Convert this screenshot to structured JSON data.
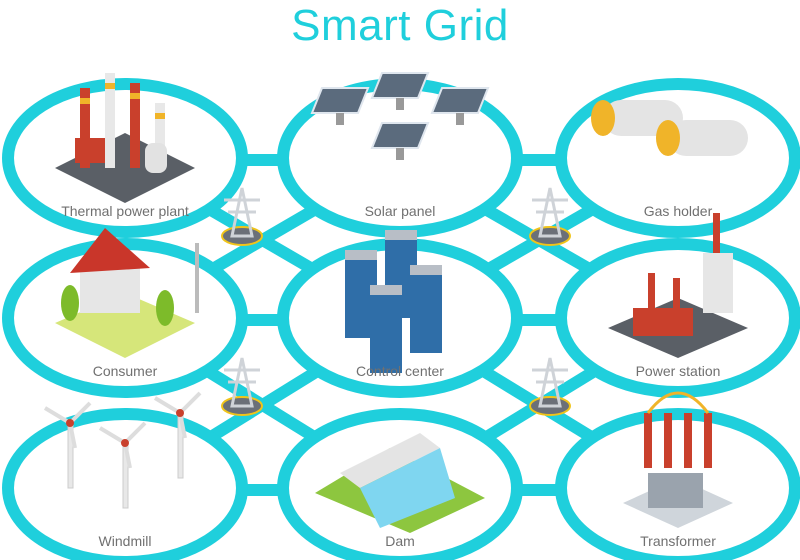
{
  "title": "Smart Grid",
  "colors": {
    "ring": "#1fcfdc",
    "label": "#707070"
  },
  "nodes": [
    {
      "label": "Thermal power plant",
      "icon": "factory-icon"
    },
    {
      "label": "Solar panel",
      "icon": "solar-panel-icon"
    },
    {
      "label": "Gas holder",
      "icon": "gas-tank-icon"
    },
    {
      "label": "Consumer",
      "icon": "house-icon"
    },
    {
      "label": "Control center",
      "icon": "server-icon"
    },
    {
      "label": "Power station",
      "icon": "power-station-icon"
    },
    {
      "label": "Windmill",
      "icon": "wind-turbine-icon"
    },
    {
      "label": "Dam",
      "icon": "dam-icon"
    },
    {
      "label": "Transformer",
      "icon": "transformer-icon"
    }
  ]
}
